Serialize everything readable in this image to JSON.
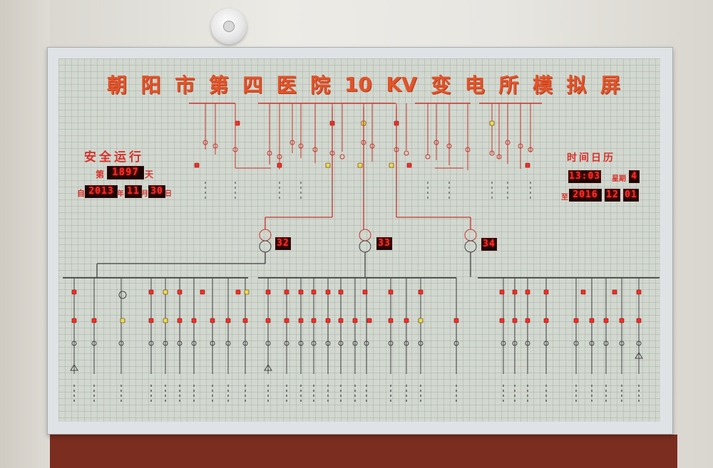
{
  "board": {
    "title_chars": [
      "朝",
      "阳",
      "市",
      "第",
      "四",
      "医",
      "院",
      "10",
      "KV",
      "变",
      "电",
      "所",
      "模",
      "拟",
      "屏"
    ]
  },
  "left_panel": {
    "heading": "安全运行",
    "days_prefix": "第",
    "days_value": "1897",
    "days_suffix": "天",
    "from_prefix": "自",
    "from_year": "2013",
    "from_year_suffix": "年",
    "from_month": "11",
    "from_month_suffix": "月",
    "from_day": "30",
    "from_day_suffix": "日"
  },
  "right_panel": {
    "heading": "时间日历",
    "time": "13:03",
    "weekday_label": "星期",
    "weekday_value": "4",
    "date_prefix": "至",
    "date_year": "2016",
    "date_month": "12",
    "date_day": "01"
  },
  "transformers": [
    {
      "number": "32"
    },
    {
      "number": "33"
    },
    {
      "number": "34"
    }
  ],
  "colors": {
    "bus_high": "#c8362e",
    "bus_low": "#444444",
    "led_red": "#ff2a24",
    "indicator_yellow": "#e6e14a"
  }
}
